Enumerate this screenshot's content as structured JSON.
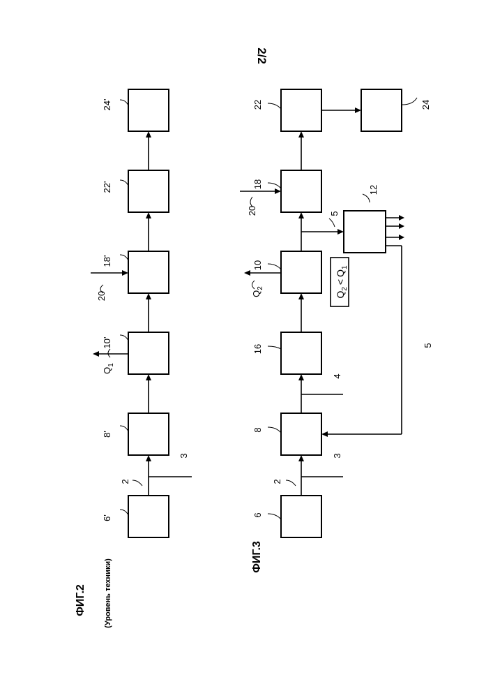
{
  "page_number": "2/2",
  "fig2": {
    "title": "ФИГ.2",
    "subtitle": "(Уровень техники)",
    "boxes": {
      "b6": "6'",
      "b8": "8'",
      "b10": "10'",
      "b18": "18'",
      "b22": "22'",
      "b24": "24'"
    },
    "lines": {
      "l2": "2",
      "l3": "3",
      "l20": "20"
    },
    "q": {
      "main": "Q",
      "sub": "1"
    }
  },
  "fig3": {
    "title": "ФИГ.3",
    "boxes": {
      "b6": "6",
      "b8": "8",
      "b16": "16",
      "b10": "10",
      "b18": "18",
      "b22": "22",
      "b24": "24",
      "b12": "12"
    },
    "lines": {
      "l2": "2",
      "l3": "3",
      "l4": "4",
      "l5a": "5",
      "l5b": "5",
      "l20": "20"
    },
    "q": {
      "main": "Q",
      "sub": "2"
    },
    "condition": {
      "q2": "Q",
      "q2_sub": "2",
      "op": "<",
      "q1": "Q",
      "q1_sub": "1"
    }
  }
}
